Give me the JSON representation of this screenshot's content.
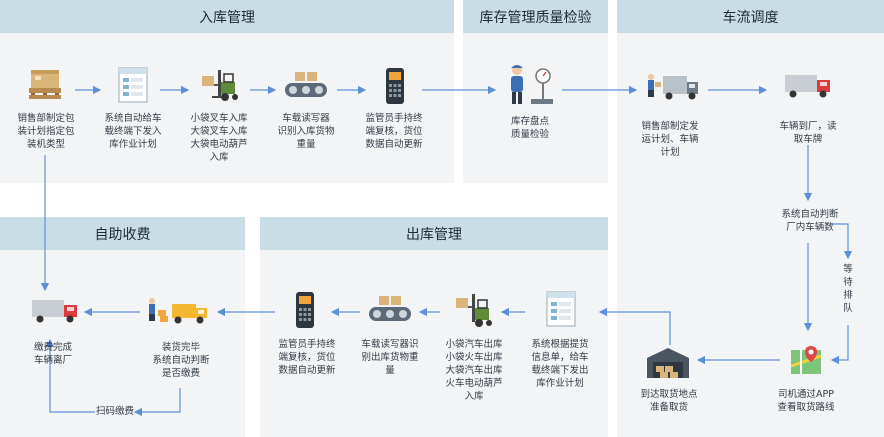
{
  "sections": {
    "inbound": "入库管理",
    "quality": "库存管理质量检验",
    "dispatch": "车流调度",
    "payment": "自助收费",
    "outbound": "出库管理"
  },
  "steps": {
    "in1": "销售部制定包\n装计划指定包\n装机类型",
    "in2": "系统自动给车\n载终端下发入\n库作业计划",
    "in3": "小袋叉车入库\n大袋叉车入库\n大袋电动葫芦\n入库",
    "in4": "车载读写器\n识别入库货物\n重量",
    "in5": "监管员手持终\n端复核，货位\n数据自动更新",
    "q1": "库存盘点\n质量检验",
    "d1": "销售部制定发\n运计划、车辆\n计划",
    "d2": "车辆到厂，读\n取车牌",
    "d3": "系统自动判断\n厂内车辆数",
    "d4": "等\n待\n排\n队",
    "d5": "司机通过APP\n查看取货路线",
    "d6": "到达取货地点\n准备取货",
    "o1": "系统根据提货\n信息单，给车\n载终端下发出\n库作业计划",
    "o2": "小袋汽车出库\n小袋火车出库\n大袋汽车出库\n火车电动葫芦\n入库",
    "o3": "车载读写器识\n别出库货物重\n量",
    "o4": "监管员手持终\n端复核，货位\n数据自动更新",
    "p1": "装货完毕\n系统自动判断\n是否缴费",
    "p2": "缴费完成\n车辆离厂",
    "p3": "扫码缴费"
  }
}
